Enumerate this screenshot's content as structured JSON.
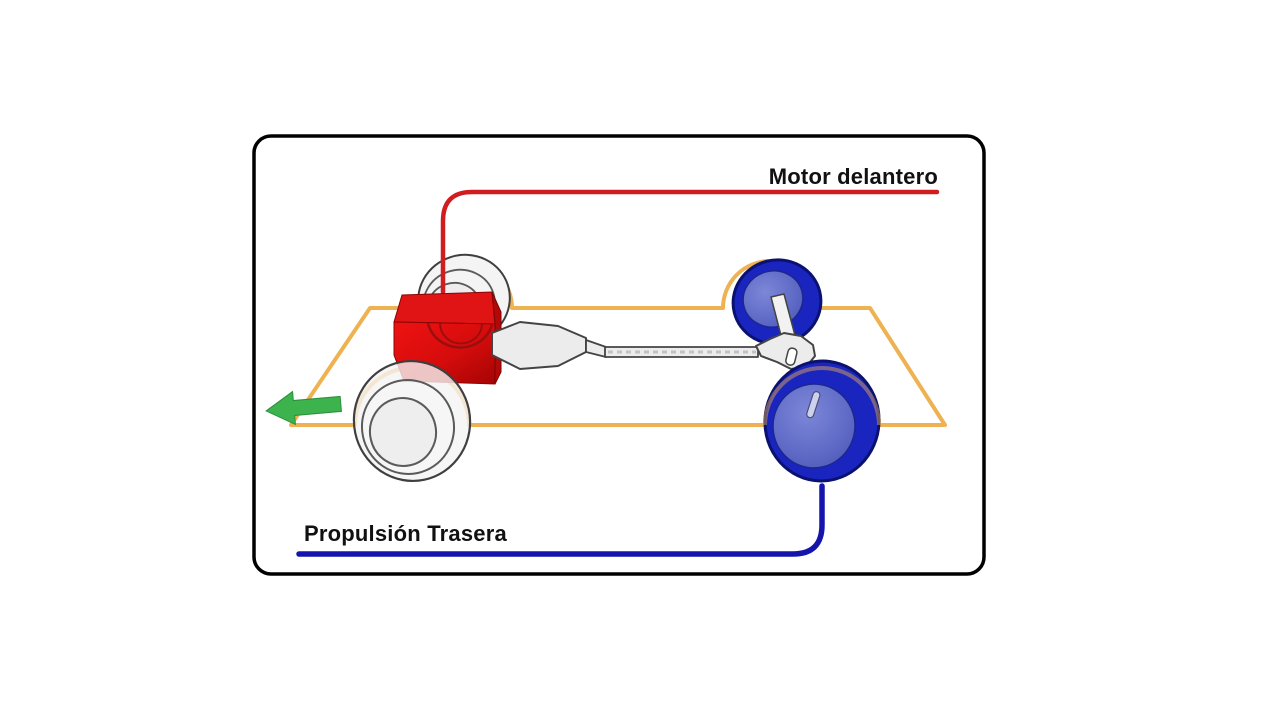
{
  "diagram": {
    "type": "drivetrain-layout-front-engine-rear-wheel-drive",
    "labels": {
      "front_engine": "Motor delantero",
      "rear_drive": "Propulsión Trasera"
    },
    "colors": {
      "card_border": "#000000",
      "card_background": "#ffffff",
      "chassis_outline": "#efb253",
      "engine_block": "#e01414",
      "engine_block_dark": "#b30808",
      "engine_flow_line": "#cf1d20",
      "drive_flow_line": "#1515ae",
      "rear_wheel": "#1a25c0",
      "rear_wheel_rim": "#0a1170",
      "rear_wheel_hub": "#5c68c4",
      "front_wheel": "#f4f4f4",
      "front_wheel_outline": "#3f3f3f",
      "driveshaft": "#ececec",
      "driveshaft_outline": "#444444",
      "direction_arrow": "#3cb34c",
      "label_text": "#111111"
    }
  }
}
